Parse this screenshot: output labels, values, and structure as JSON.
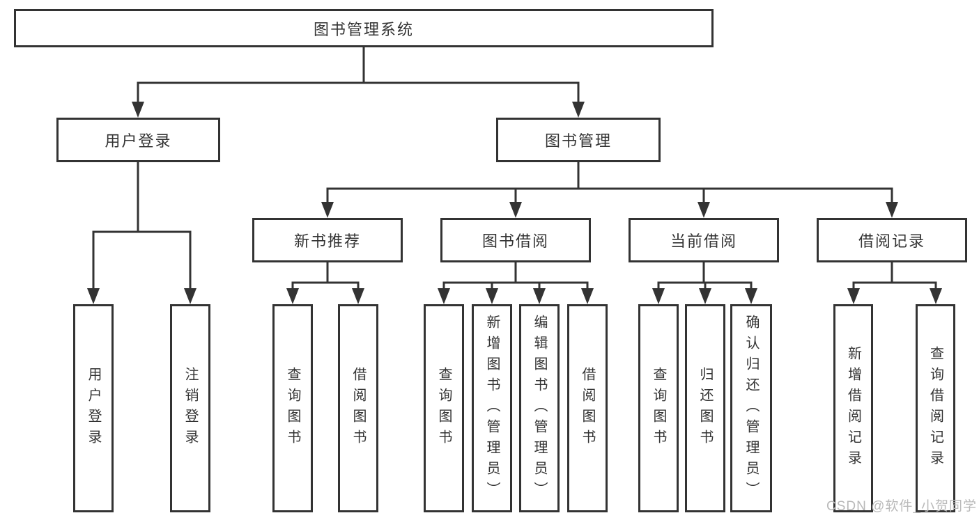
{
  "diagram": {
    "title": "图书管理系统",
    "level2": {
      "user_login": {
        "label": "用户登录",
        "children": [
          "用户登录",
          "注销登录"
        ]
      },
      "book_management": {
        "label": "图书管理"
      }
    },
    "level3": {
      "new_book_recommendation": {
        "label": "新书推荐",
        "children": [
          "查询图书",
          "借阅图书"
        ]
      },
      "book_borrowing": {
        "label": "图书借阅",
        "children": [
          "查询图书",
          "新增图书（管理员）",
          "编辑图书（管理员）",
          "借阅图书"
        ]
      },
      "current_borrowing": {
        "label": "当前借阅",
        "children": [
          "查询图书",
          "归还图书",
          "确认归还（管理员）"
        ]
      },
      "borrowing_records": {
        "label": "借阅记录",
        "children": [
          "新增借阅记录",
          "查询借阅记录"
        ]
      }
    }
  },
  "watermark": "CSDN @软件_小贺同学",
  "colors": {
    "line": "#333333",
    "text": "#333333",
    "watermark": "#b9b9b9",
    "background": "#ffffff"
  }
}
